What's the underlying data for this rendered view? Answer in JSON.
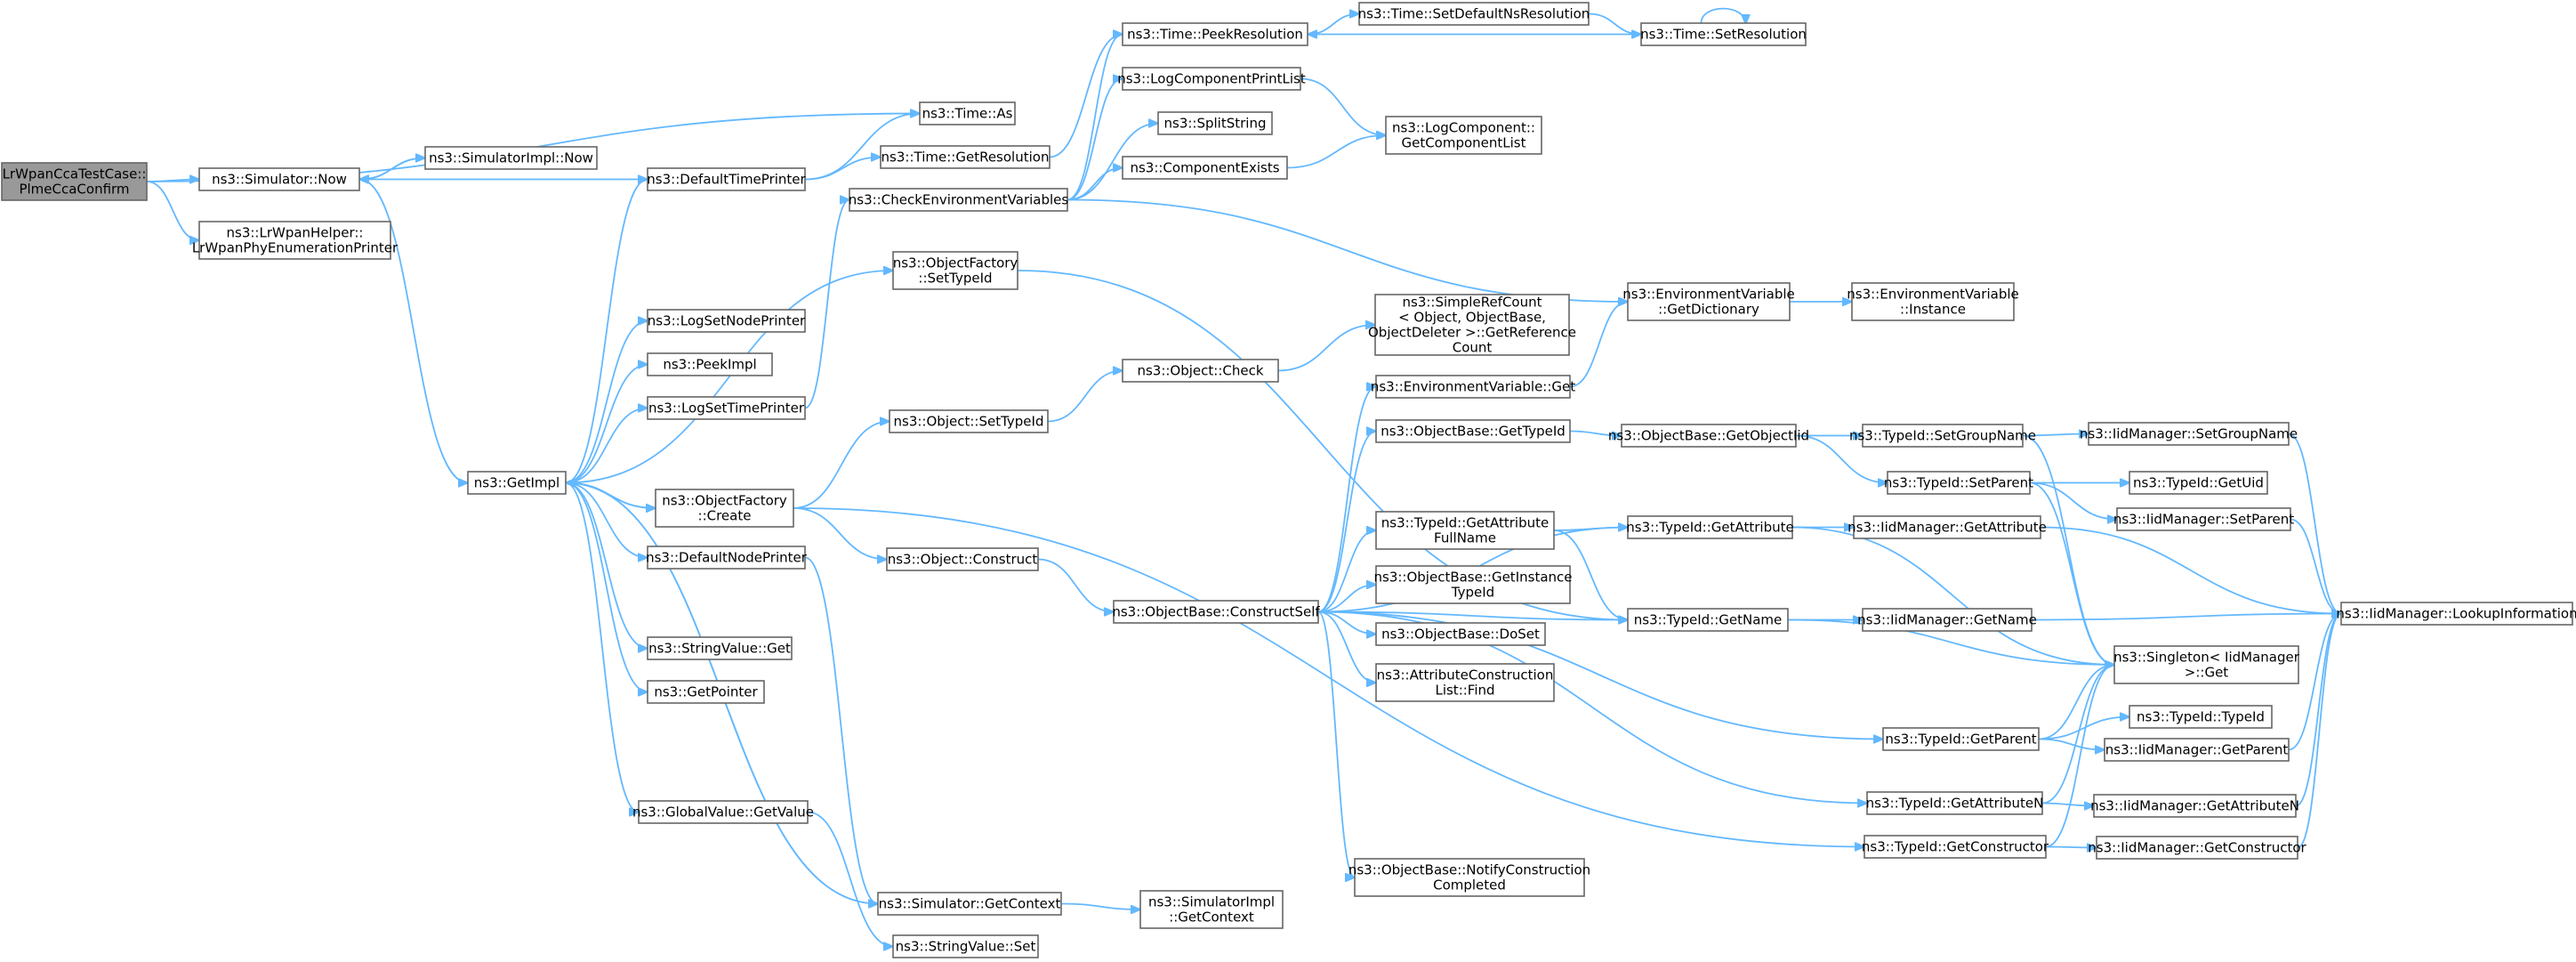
{
  "colors": {
    "edge": "#63b8ff",
    "node_border": "#666666",
    "root_fill": "#999999",
    "node_fill": "#ffffff"
  },
  "nodes": [
    {
      "id": "root",
      "lines": [
        "LrWpanCcaTestCase::",
        "PlmeCcaConfirm"
      ],
      "root": true
    },
    {
      "id": "now",
      "lines": [
        "ns3::Simulator::Now"
      ]
    },
    {
      "id": "helperPrinter",
      "lines": [
        "ns3::LrWpanHelper::",
        "LrWpanPhyEnumerationPrinter"
      ]
    },
    {
      "id": "simImplNow",
      "lines": [
        "ns3::SimulatorImpl::Now"
      ]
    },
    {
      "id": "timeAs",
      "lines": [
        "ns3::Time::As"
      ]
    },
    {
      "id": "defaultTimePrinter",
      "lines": [
        "ns3::DefaultTimePrinter"
      ]
    },
    {
      "id": "getResolution",
      "lines": [
        "ns3::Time::GetResolution"
      ]
    },
    {
      "id": "peekResolution",
      "lines": [
        "ns3::Time::PeekResolution"
      ]
    },
    {
      "id": "setDefaultNs",
      "lines": [
        "ns3::Time::SetDefaultNsResolution"
      ]
    },
    {
      "id": "setResolution",
      "lines": [
        "ns3::Time::SetResolution"
      ]
    },
    {
      "id": "logCompPrintList",
      "lines": [
        "ns3::LogComponentPrintList"
      ]
    },
    {
      "id": "splitString",
      "lines": [
        "ns3::SplitString"
      ]
    },
    {
      "id": "logCompGetList",
      "lines": [
        "ns3::LogComponent::",
        "GetComponentList"
      ]
    },
    {
      "id": "componentExists",
      "lines": [
        "ns3::ComponentExists"
      ]
    },
    {
      "id": "checkEnv",
      "lines": [
        "ns3::CheckEnvironmentVariables"
      ]
    },
    {
      "id": "ofSetTypeId",
      "lines": [
        "ns3::ObjectFactory",
        "::SetTypeId"
      ]
    },
    {
      "id": "envGetDict",
      "lines": [
        "ns3::EnvironmentVariable",
        "::GetDictionary"
      ]
    },
    {
      "id": "envInstance",
      "lines": [
        "ns3::EnvironmentVariable",
        "::Instance"
      ]
    },
    {
      "id": "simpleRefCount",
      "lines": [
        "ns3::SimpleRefCount",
        "< Object, ObjectBase,",
        "ObjectDeleter >::GetReference",
        "Count"
      ]
    },
    {
      "id": "logSetNodePrinter",
      "lines": [
        "ns3::LogSetNodePrinter"
      ]
    },
    {
      "id": "peekImpl",
      "lines": [
        "ns3::PeekImpl"
      ]
    },
    {
      "id": "logSetTimePrinter",
      "lines": [
        "ns3::LogSetTimePrinter"
      ]
    },
    {
      "id": "objectCheck",
      "lines": [
        "ns3::Object::Check"
      ]
    },
    {
      "id": "envGet",
      "lines": [
        "ns3::EnvironmentVariable::Get"
      ]
    },
    {
      "id": "objectSetTypeId",
      "lines": [
        "ns3::Object::SetTypeId"
      ]
    },
    {
      "id": "obGetTypeId",
      "lines": [
        "ns3::ObjectBase::GetTypeId"
      ]
    },
    {
      "id": "obGetObjectIid",
      "lines": [
        "ns3::ObjectBase::GetObjectIid"
      ]
    },
    {
      "id": "tidSetGroupName",
      "lines": [
        "ns3::TypeId::SetGroupName"
      ]
    },
    {
      "id": "iidSetGroupName",
      "lines": [
        "ns3::IidManager::SetGroupName"
      ]
    },
    {
      "id": "getImpl",
      "lines": [
        "ns3::GetImpl"
      ]
    },
    {
      "id": "ofCreate",
      "lines": [
        "ns3::ObjectFactory",
        "::Create"
      ]
    },
    {
      "id": "tidSetParent",
      "lines": [
        "ns3::TypeId::SetParent"
      ]
    },
    {
      "id": "tidGetUid",
      "lines": [
        "ns3::TypeId::GetUid"
      ]
    },
    {
      "id": "iidSetParent",
      "lines": [
        "ns3::IidManager::SetParent"
      ]
    },
    {
      "id": "tidGetAttrFullName",
      "lines": [
        "ns3::TypeId::GetAttribute",
        "FullName"
      ]
    },
    {
      "id": "tidGetAttribute",
      "lines": [
        "ns3::TypeId::GetAttribute"
      ]
    },
    {
      "id": "iidGetAttribute",
      "lines": [
        "ns3::IidManager::GetAttribute"
      ]
    },
    {
      "id": "defaultNodePrinter",
      "lines": [
        "ns3::DefaultNodePrinter"
      ]
    },
    {
      "id": "objectConstruct",
      "lines": [
        "ns3::Object::Construct"
      ]
    },
    {
      "id": "obGetInstanceTypeId",
      "lines": [
        "ns3::ObjectBase::GetInstance",
        "TypeId"
      ]
    },
    {
      "id": "constructSelf",
      "lines": [
        "ns3::ObjectBase::ConstructSelf"
      ]
    },
    {
      "id": "tidGetName",
      "lines": [
        "ns3::TypeId::GetName"
      ]
    },
    {
      "id": "iidGetName",
      "lines": [
        "ns3::IidManager::GetName"
      ]
    },
    {
      "id": "iidLookup",
      "lines": [
        "ns3::IidManager::LookupInformation"
      ]
    },
    {
      "id": "obDoSet",
      "lines": [
        "ns3::ObjectBase::DoSet"
      ]
    },
    {
      "id": "stringValueGet",
      "lines": [
        "ns3::StringValue::Get"
      ]
    },
    {
      "id": "singletonGet",
      "lines": [
        "ns3::Singleton< IidManager",
        ">::Get"
      ]
    },
    {
      "id": "attrConstrFind",
      "lines": [
        "ns3::AttributeConstruction",
        "List::Find"
      ]
    },
    {
      "id": "getPointer",
      "lines": [
        "ns3::GetPointer"
      ]
    },
    {
      "id": "tidTypeId",
      "lines": [
        "ns3::TypeId::TypeId"
      ]
    },
    {
      "id": "tidGetParent",
      "lines": [
        "ns3::TypeId::GetParent"
      ]
    },
    {
      "id": "iidGetParent",
      "lines": [
        "ns3::IidManager::GetParent"
      ]
    },
    {
      "id": "globalGetValue",
      "lines": [
        "ns3::GlobalValue::GetValue"
      ]
    },
    {
      "id": "tidGetAttributeN",
      "lines": [
        "ns3::TypeId::GetAttributeN"
      ]
    },
    {
      "id": "iidGetAttributeN",
      "lines": [
        "ns3::IidManager::GetAttributeN"
      ]
    },
    {
      "id": "tidGetConstructor",
      "lines": [
        "ns3::TypeId::GetConstructor"
      ]
    },
    {
      "id": "iidGetConstructor",
      "lines": [
        "ns3::IidManager::GetConstructor"
      ]
    },
    {
      "id": "obNotify",
      "lines": [
        "ns3::ObjectBase::NotifyConstruction",
        "Completed"
      ]
    },
    {
      "id": "simGetContext",
      "lines": [
        "ns3::Simulator::GetContext"
      ]
    },
    {
      "id": "simImplGetContext",
      "lines": [
        "ns3::SimulatorImpl",
        "::GetContext"
      ]
    },
    {
      "id": "stringValueSet",
      "lines": [
        "ns3::StringValue::Set"
      ]
    }
  ]
}
